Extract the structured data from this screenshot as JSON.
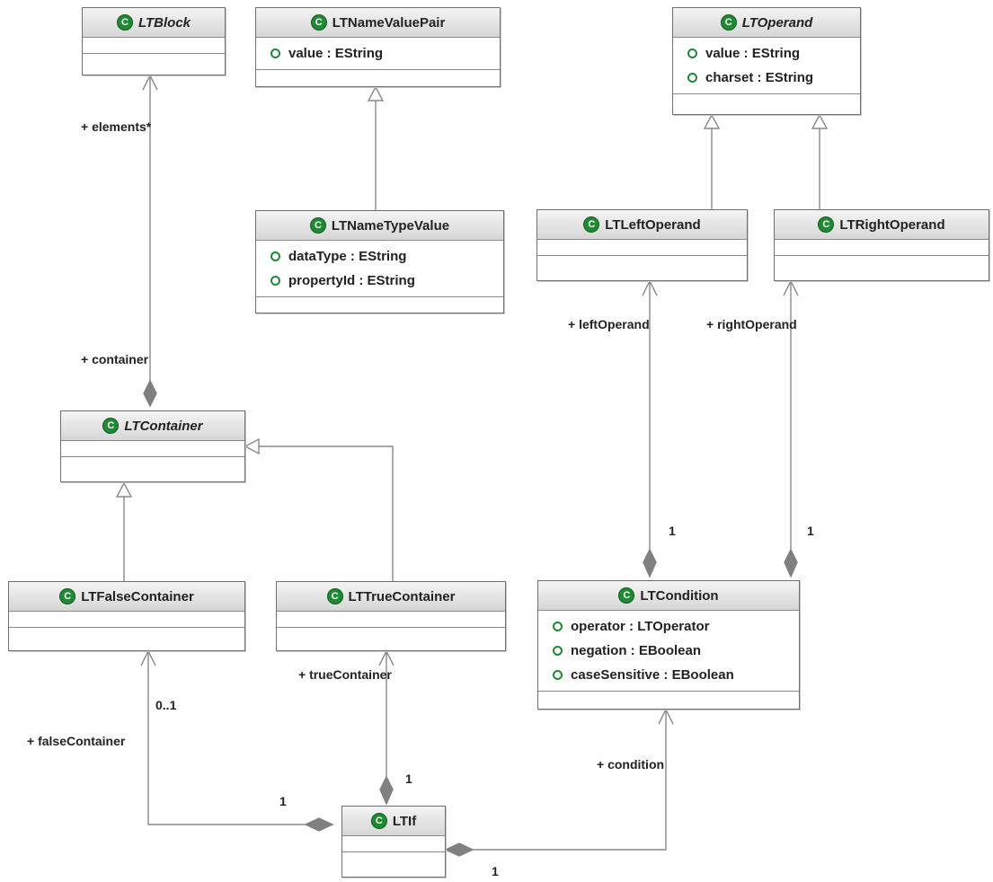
{
  "classes": {
    "block": {
      "name": "LTBlock",
      "abstract": true,
      "attributes": []
    },
    "nameValuePair": {
      "name": "LTNameValuePair",
      "abstract": false,
      "attributes": [
        {
          "name": "value",
          "type": "EString"
        }
      ]
    },
    "operand": {
      "name": "LTOperand",
      "abstract": true,
      "attributes": [
        {
          "name": "value",
          "type": "EString"
        },
        {
          "name": "charset",
          "type": "EString"
        }
      ]
    },
    "nameTypeValue": {
      "name": "LTNameTypeValue",
      "abstract": false,
      "attributes": [
        {
          "name": "dataType",
          "type": "EString"
        },
        {
          "name": "propertyId",
          "type": "EString"
        }
      ]
    },
    "leftOperand": {
      "name": "LTLeftOperand",
      "abstract": false,
      "attributes": []
    },
    "rightOperand": {
      "name": "LTRightOperand",
      "abstract": false,
      "attributes": []
    },
    "container": {
      "name": "LTContainer",
      "abstract": true,
      "attributes": []
    },
    "falseContainer": {
      "name": "LTFalseContainer",
      "abstract": false,
      "attributes": []
    },
    "trueContainer": {
      "name": "LTTrueContainer",
      "abstract": false,
      "attributes": []
    },
    "condition": {
      "name": "LTCondition",
      "abstract": false,
      "attributes": [
        {
          "name": "operator",
          "type": "LTOperator"
        },
        {
          "name": "negation",
          "type": "EBoolean"
        },
        {
          "name": "caseSensitive",
          "type": "EBoolean"
        }
      ]
    },
    "ltif": {
      "name": "LTIf",
      "abstract": false,
      "attributes": []
    }
  },
  "labels": {
    "elements": "+ elements*",
    "container": "+ container",
    "leftOperand": "+ leftOperand",
    "rightOperand": "+ rightOperand",
    "leftMult": "1",
    "rightMult": "1",
    "trueContainer": "+ trueContainer",
    "falseContainer": "+ falseContainer",
    "falseMult": "0..1",
    "falseCompMult": "1",
    "trueCompMult": "1",
    "condition": "+ condition",
    "conditionMult": "1"
  },
  "icon_letter": "C",
  "colors": {
    "class_icon": "#1f8a32",
    "border": "#707070",
    "line": "#8a8a8a"
  }
}
